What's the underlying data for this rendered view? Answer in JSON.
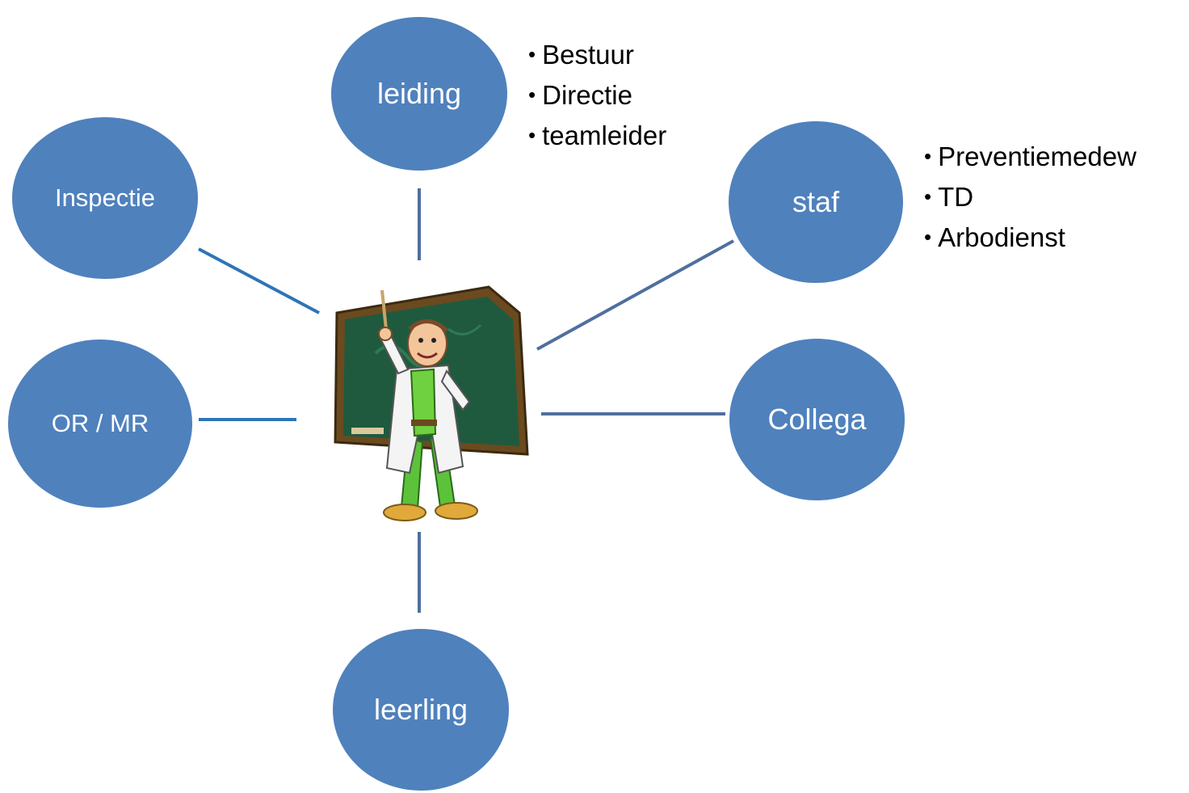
{
  "diagram": {
    "nodes": {
      "leiding": "leiding",
      "inspectie": "Inspectie",
      "staf": "staf",
      "or_mr": "OR / MR",
      "collega": "Collega",
      "leerling": "leerling"
    },
    "leiding_items": [
      "Bestuur",
      "Directie",
      "teamleider"
    ],
    "staf_items": [
      "Preventiemedew",
      "TD",
      "Arbodienst"
    ]
  },
  "colors": {
    "node_fill": "#4f81bd",
    "connector": "#4f6f9f",
    "text": "#000000"
  },
  "icons": {
    "center": "teacher-at-chalkboard-icon"
  }
}
